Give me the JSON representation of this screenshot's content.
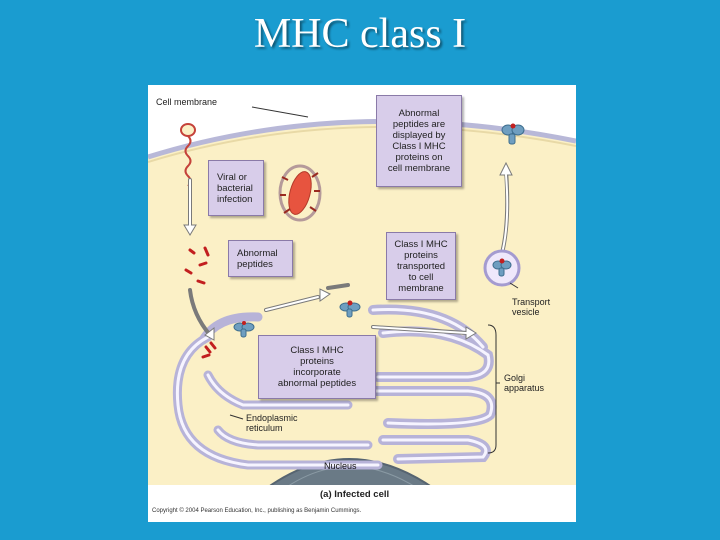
{
  "slide": {
    "title": "MHC class I"
  },
  "figure": {
    "labels": {
      "cell_membrane": "Cell membrane",
      "transport_vesicle": "Transport\nvesicle",
      "golgi": "Golgi\napparatus",
      "er": "Endoplasmic\nreticulum",
      "nucleus": "Nucleus",
      "caption": "(a) Infected cell",
      "copyright": "Copyright © 2004 Pearson Education, Inc., publishing as Benjamin Cummings."
    },
    "boxes": {
      "viral": "Viral or\nbacterial\ninfection",
      "abnormal_peptides": "Abnormal\npeptides",
      "displayed": "Abnormal\npeptides are\ndisplayed by\nClass I MHC\nproteins on\ncell membrane",
      "transported": "Class I MHC\nproteins\ntransported\nto cell\nmembrane",
      "incorporate": "Class I MHC\nproteins\nincorporate\nabnormal peptides"
    }
  }
}
